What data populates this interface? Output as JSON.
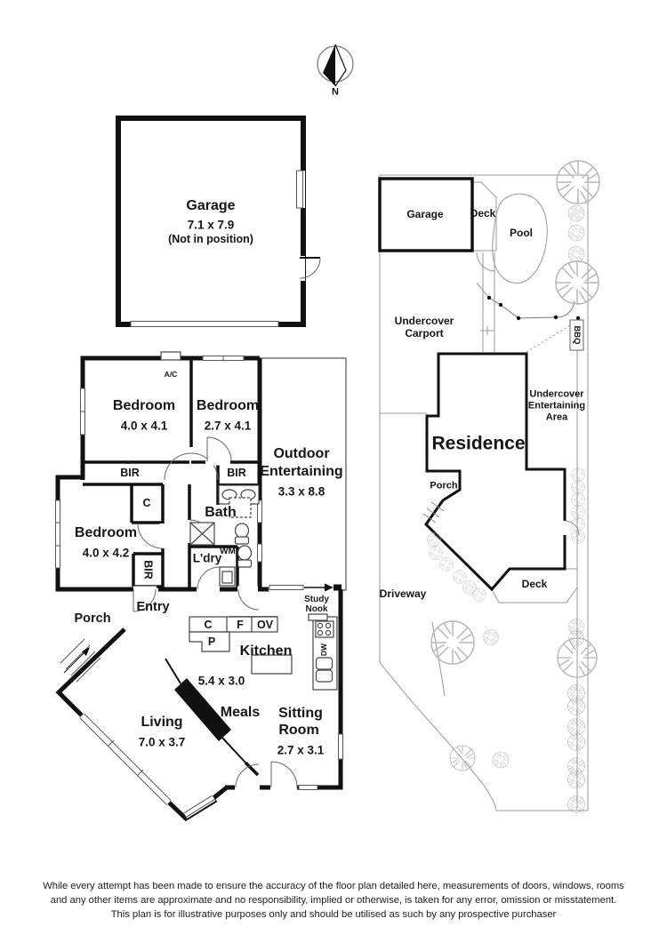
{
  "compass": {
    "north": "N"
  },
  "garage_plan": {
    "name": "Garage",
    "dims": "7.1 x 7.9",
    "note": "(Not in position)"
  },
  "floor_plan": {
    "bedroom1": {
      "name": "Bedroom",
      "dims": "4.0 x 4.1"
    },
    "bedroom2": {
      "name": "Bedroom",
      "dims": "2.7 x 4.1"
    },
    "bedroom3": {
      "name": "Bedroom",
      "dims": "4.0 x 4.2"
    },
    "outdoor": {
      "l1": "Outdoor",
      "l2": "Entertaining",
      "dims": "3.3 x 8.8"
    },
    "bath": "Bath",
    "laundry": "L'dry",
    "entry": "Entry",
    "porch": "Porch",
    "kitchen": {
      "name": "Kitchen",
      "dims": "5.4 x 3.0"
    },
    "meals": "Meals",
    "sitting": {
      "l1": "Sitting",
      "l2": "Room",
      "dims": "2.7 x 3.1"
    },
    "living": {
      "name": "Living",
      "dims": "7.0 x 3.7"
    },
    "study": {
      "l1": "Study",
      "l2": "Nook"
    },
    "tags": {
      "bir": "BIR",
      "c": "C",
      "p": "P",
      "f": "F",
      "ov": "OV",
      "wm": "WM",
      "dw": "DW",
      "ac": "A/C"
    }
  },
  "site_plan": {
    "garage": "Garage",
    "deck_top": "Deck",
    "pool": "Pool",
    "carport_l1": "Undercover",
    "carport_l2": "Carport",
    "bbq": "BBQ",
    "residence": "Residence",
    "ent_l1": "Undercover",
    "ent_l2": "Entertaining",
    "ent_l3": "Area",
    "porch": "Porch",
    "deck_bottom": "Deck",
    "driveway": "Driveway"
  },
  "disclaimer": {
    "l1": "While every attempt has been made to ensure the accuracy of the floor plan detailed here, measurements of doors, windows, rooms",
    "l2": "and any other items are approximate and no responsibility, implied or otherwise, is taken for any error, omission or misstatement.",
    "l3": "This plan is for illustrative purposes only and should be utilised as such by any prospective purchaser"
  }
}
